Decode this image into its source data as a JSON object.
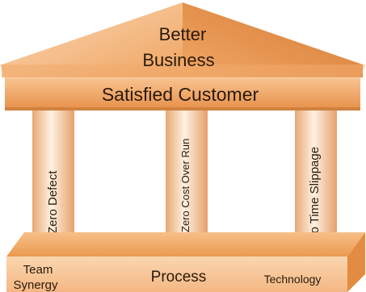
{
  "roof": {
    "line1": "Better",
    "line2": "Business"
  },
  "beam": {
    "label": "Satisfied Customer"
  },
  "pillars": [
    {
      "label": "Zero Defect"
    },
    {
      "label": "Zero Cost Over Run"
    },
    {
      "label": "Zero Time Slippage"
    }
  ],
  "base": {
    "left_line1": "Team",
    "left_line2": "Synergy",
    "center": "Process",
    "right": "Technology"
  },
  "colors": {
    "orange_main": "#f2a766",
    "orange_dark": "#d9782f",
    "orange_light": "#fbd4ad",
    "cream": "#fdecd8"
  }
}
